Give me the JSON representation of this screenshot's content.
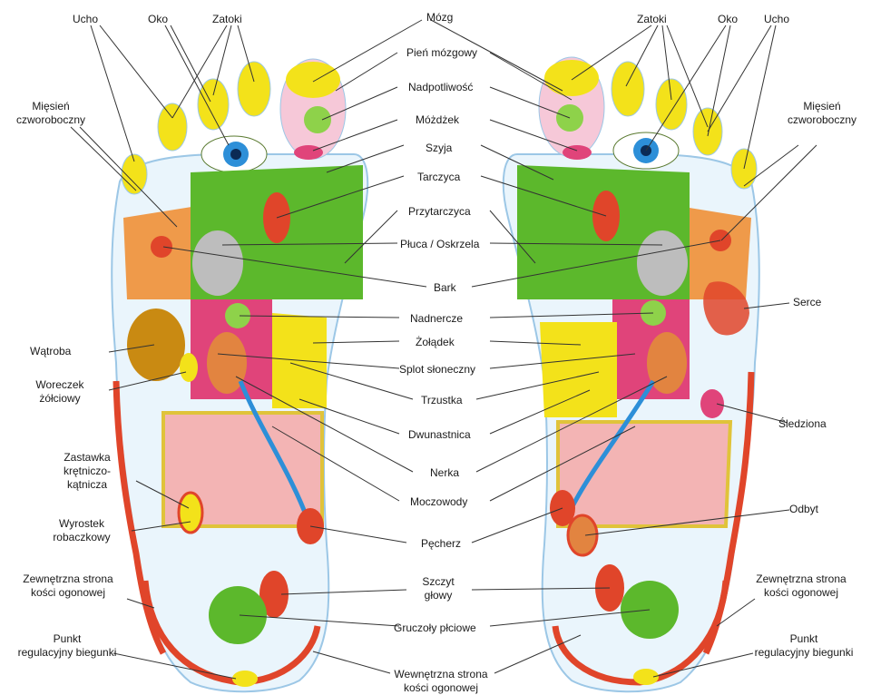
{
  "labels": {
    "ucho_l": "Ucho",
    "oko_l": "Oko",
    "zatoki_l": "Zatoki",
    "mozg": "Mózg",
    "pien": "Pień mózgowy",
    "nadpotliwosc": "Nadpotliwość",
    "mozdzek": "Móżdżek",
    "szyja": "Szyja",
    "tarczyca": "Tarczyca",
    "przytarczyca": "Przytarczyca",
    "pluca": "Płuca / Oskrzela",
    "bark": "Bark",
    "nadnercze": "Nadnercze",
    "zoladek": "Żołądek",
    "splot": "Splot słoneczny",
    "trzustka": "Trzustka",
    "dwunastnica": "Dwunastnica",
    "nerka": "Nerka",
    "moczowody": "Moczowody",
    "pecherz": "Pęcherz",
    "szczyt_1": "Szczyt",
    "szczyt_2": "głowy",
    "gruczoly": "Gruczoły płciowe",
    "wewn_1": "Wewnętrzna strona",
    "wewn_2": "kości ogonowej",
    "zatoki_r": "Zatoki",
    "oko_r": "Oko",
    "ucho_r": "Ucho",
    "miesien_l_1": "Mięsień",
    "miesien_l_2": "czworoboczny",
    "miesien_r_1": "Mięsień",
    "miesien_r_2": "czworoboczny",
    "watroba": "Wątroba",
    "woreczek_1": "Woreczek",
    "woreczek_2": "żółciowy",
    "zastawka_1": "Zastawka",
    "zastawka_2": "krętniczo-",
    "zastawka_3": "kątnicza",
    "wyrostek_1": "Wyrostek",
    "wyrostek_2": "robaczkowy",
    "zewn_l_1": "Zewnętrzna strona",
    "zewn_l_2": "kości ogonowej",
    "punkt_l_1": "Punkt",
    "punkt_l_2": "regulacyjny biegunki",
    "serce": "Serce",
    "sledziona": "Śledziona",
    "odbyt": "Odbyt",
    "zewn_r_1": "Zewnętrzna strona",
    "zewn_r_2": "kości ogonowej",
    "punkt_r_1": "Punkt",
    "punkt_r_2": "regulacyjny biegunki"
  },
  "colors": {
    "outline": "#2a6fd0",
    "rim_red": "#e0452a",
    "head_yellow": "#f3e21a",
    "green": "#5cb82c",
    "pink": "#e0447a",
    "orange": "#f08a2a",
    "intestine": "#f3b4b4",
    "kidney": "#e28440",
    "liver": "#c98a12",
    "eye": "#2d8fd8",
    "pale_blue": "#bfe0f4"
  }
}
